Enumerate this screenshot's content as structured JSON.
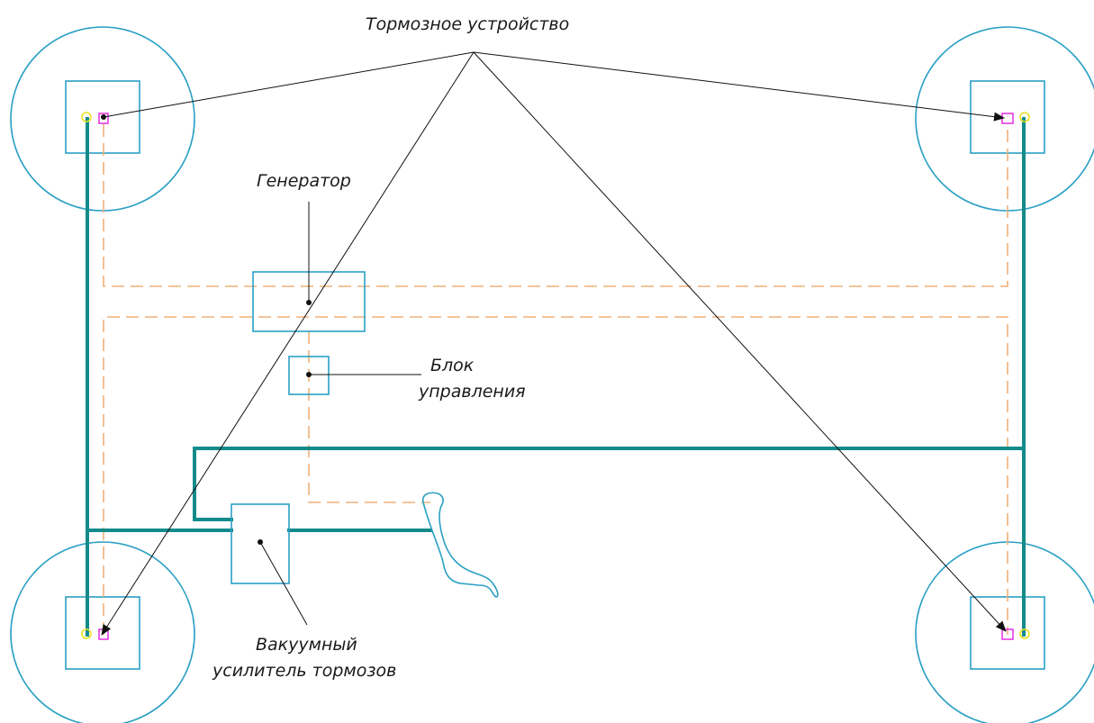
{
  "labels": {
    "brake_device": "Тормозное устройство",
    "generator": "Генератор",
    "control_unit_line1": "Блок",
    "control_unit_line2": "управления",
    "booster_line1": "Вакуумный",
    "booster_line2": "усилитель тормозов"
  },
  "colors": {
    "wheel_outline": "#2aa0c4",
    "brake_pipe": "#138b8b",
    "electric_wire": "#f0b07a",
    "brake_unit": "#e020e0",
    "wheel_sensor": "#e8e020",
    "leader_line": "#111111"
  }
}
